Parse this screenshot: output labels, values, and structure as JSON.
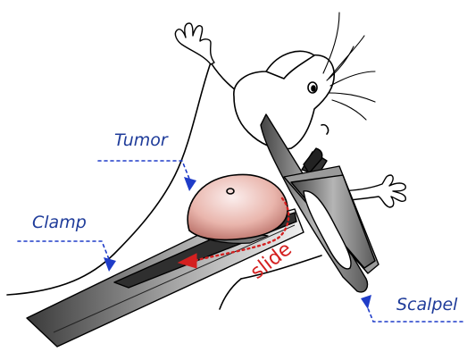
{
  "labels": {
    "tumor": "Tumor",
    "clamp": "Clamp",
    "scalpel": "Scalpel",
    "slide": "slide"
  },
  "colors": {
    "label": "#1f3c9a",
    "arrow": "#1f3cc8",
    "slide": "#d42020",
    "outline": "#000000",
    "tumor_fill": "#e8b8b0"
  }
}
